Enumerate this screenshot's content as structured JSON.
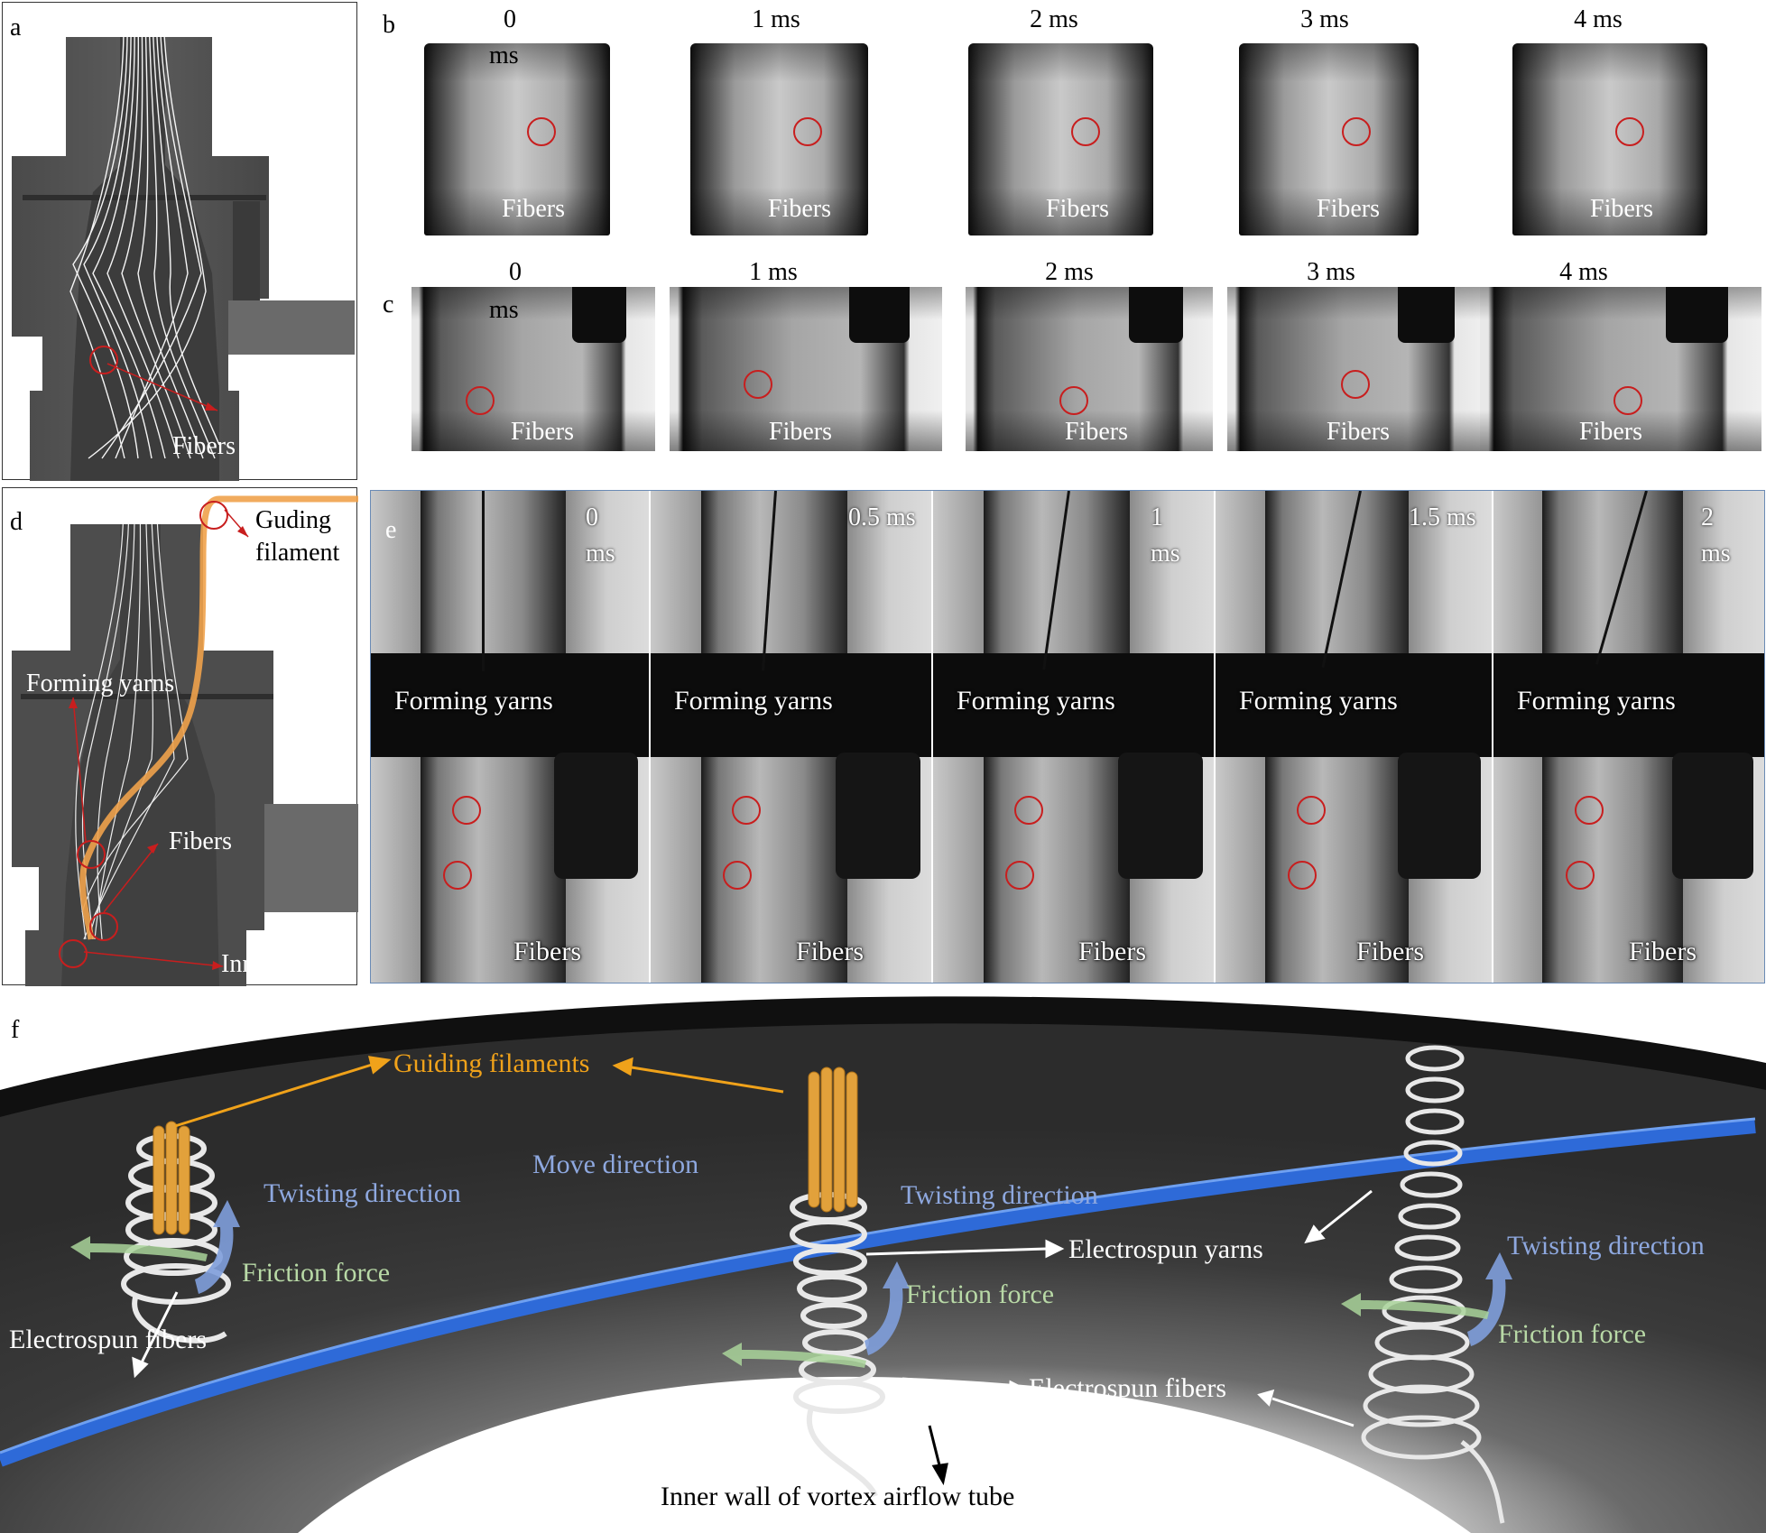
{
  "panels": {
    "a": "a",
    "b": "b",
    "c": "c",
    "d": "d",
    "e": "e",
    "f": "f"
  },
  "panel_a": {
    "fibers_label": "Fibers"
  },
  "row_b": {
    "frames": [
      {
        "time_main": "0",
        "time_sub": "ms",
        "label": "Fibers"
      },
      {
        "time_main": "1 ms",
        "time_sub": "",
        "label": "Fibers"
      },
      {
        "time_main": "2 ms",
        "time_sub": "",
        "label": "Fibers"
      },
      {
        "time_main": "3 ms",
        "time_sub": "",
        "label": "Fibers"
      },
      {
        "time_main": "4 ms",
        "time_sub": "",
        "label": "Fibers"
      }
    ]
  },
  "row_c": {
    "frames": [
      {
        "time_main": "0",
        "time_sub": "ms",
        "label": "Fibers"
      },
      {
        "time_main": "1 ms",
        "time_sub": "",
        "label": "Fibers"
      },
      {
        "time_main": "2 ms",
        "time_sub": "",
        "label": "Fibers"
      },
      {
        "time_main": "3 ms",
        "time_sub": "",
        "label": "Fibers"
      },
      {
        "time_main": "4 ms",
        "time_sub": "",
        "label": "Fibers"
      }
    ]
  },
  "panel_d": {
    "guiding_label_1": "Guding",
    "guiding_label_2": "filament",
    "forming_label": "Forming yarns",
    "fibers_label": "Fibers",
    "inner_wall_label": "Inner wall"
  },
  "row_e": {
    "frames": [
      {
        "time_1": "0",
        "time_2": "ms",
        "forming": "Forming yarns",
        "fibers": "Fibers"
      },
      {
        "time_1": "0.5 ms",
        "time_2": "",
        "forming": "Forming yarns",
        "fibers": "Fibers"
      },
      {
        "time_1": "1",
        "time_2": "ms",
        "forming": "Forming yarns",
        "fibers": "Fibers"
      },
      {
        "time_1": "1.5 ms",
        "time_2": "",
        "forming": "Forming yarns",
        "fibers": "Fibers"
      },
      {
        "time_1": "2",
        "time_2": "ms",
        "forming": "Forming yarns",
        "fibers": "Fibers"
      }
    ]
  },
  "panel_f": {
    "guiding_filaments": "Guiding filaments",
    "move_direction": "Move direction",
    "twisting_direction": "Twisting direction",
    "friction_force": "Friction force",
    "electrospun_fibers": "Electrospun fibers",
    "electrospun_yarns": "Electrospun yarns",
    "inner_wall": "Inner wall of vortex airflow tube"
  },
  "colors": {
    "guiding": "#f5a623",
    "move": "#8ea8df",
    "twisting": "#8ea8df",
    "friction": "#b8d9a6",
    "marker": "#c81e1e",
    "rail": "#2e6ad8"
  }
}
